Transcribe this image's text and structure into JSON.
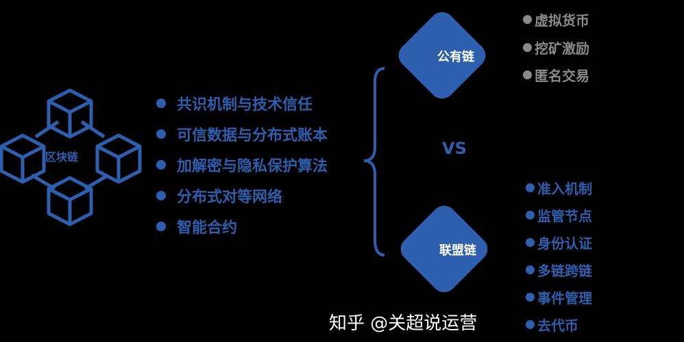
{
  "center_label": "区块链",
  "features": [
    "共识机制与技术信任",
    "可信数据与分布式账本",
    "加解密与隐私保护算法",
    "分布式对等网络",
    "智能合约"
  ],
  "public_chain": {
    "label": "公有链",
    "items": [
      "虚拟货币",
      "挖矿激励",
      "匿名交易"
    ]
  },
  "vs_label": "VS",
  "consortium_chain": {
    "label": "联盟链",
    "items": [
      "准入机制",
      "监管节点",
      "身份认证",
      "多链跨链",
      "事件管理",
      "去代币"
    ]
  },
  "watermark": "知乎 @关超说运营",
  "colors": {
    "accent": "#2e5fae",
    "muted": "#8a8a8a",
    "background": "#000000"
  }
}
